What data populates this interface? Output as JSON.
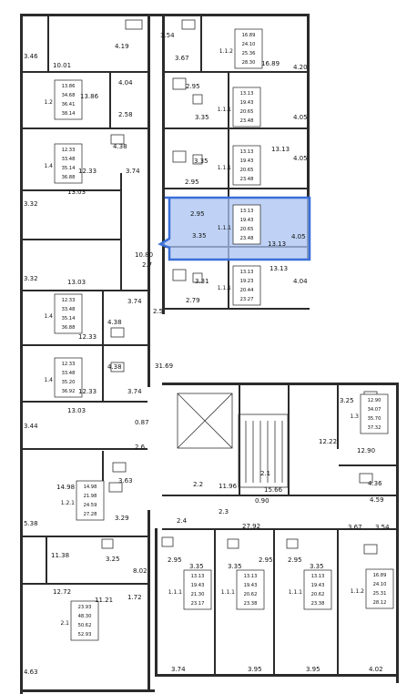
{
  "plan": {
    "highlight_color": "#3a6fd8",
    "highlight_fill": "#a9c3f2",
    "selected_apartment": {
      "type": "1.1.1",
      "areas": [
        "13.13",
        "19.43",
        "20.65",
        "23.48"
      ],
      "room_labels": [
        "2.95",
        "3.35",
        "13.13",
        "4.05"
      ]
    },
    "left_room_labels": [
      "3.46",
      "10.01",
      "13.86",
      "4.04",
      "2.58",
      "4.38",
      "3.74",
      "12.33",
      "13.03",
      "3.32",
      "10.80",
      "2.7",
      "3.32",
      "13.03",
      "3.74",
      "4.38",
      "12.33",
      "2.5",
      "4.38",
      "12.33",
      "3.74",
      "13.03",
      "3.44",
      "0.87",
      "2.6",
      "14.98",
      "3.63",
      "3.29",
      "5.38",
      "11.38",
      "3.25",
      "8.02",
      "1.72",
      "12.72",
      "11.21",
      "4.63",
      "31.69"
    ],
    "top_labels": [
      "4.19",
      "3.54",
      "3.67",
      "16.89",
      "4.20",
      "2.95",
      "3.35",
      "4.05",
      "3.35",
      "13.13",
      "4.05",
      "2.95",
      "3.31",
      "13.13",
      "4.04",
      "2.79"
    ],
    "right_room_labels": [
      "3.25",
      "12.22",
      "12.90",
      "4.36",
      "4.59",
      "3.67",
      "3.54",
      "2.1",
      "11.96",
      "15.66",
      "2.2",
      "0.90",
      "2.3",
      "2.4",
      "27.92",
      "2.95",
      "3.35",
      "3.35",
      "2.95",
      "2.95",
      "3.35",
      "3.74",
      "3.95",
      "3.95",
      "4.02"
    ],
    "apartment_boxes": [
      {
        "type": "1.1.2",
        "areas": [
          "16.89",
          "24.10",
          "25.36",
          "28.30"
        ]
      },
      {
        "type": "1.2",
        "areas": [
          "13.86",
          "34.68",
          "36.41",
          "38.14"
        ]
      },
      {
        "type": "1.1.1",
        "areas": [
          "13.13",
          "19.43",
          "20.65",
          "23.48"
        ]
      },
      {
        "type": "1.1.1",
        "areas": [
          "13.13",
          "19.43",
          "20.65",
          "23.48"
        ]
      },
      {
        "type": "1.4",
        "areas": [
          "12.33",
          "33.48",
          "35.14",
          "36.88"
        ]
      },
      {
        "type": "1.1.1",
        "areas": [
          "13.13",
          "19.23",
          "20.44",
          "23.27"
        ]
      },
      {
        "type": "1.4",
        "areas": [
          "12.33",
          "33.48",
          "35.14",
          "36.88"
        ]
      },
      {
        "type": "1.4",
        "areas": [
          "12.33",
          "33.48",
          "35.20",
          "36.92"
        ]
      },
      {
        "type": "1.3",
        "areas": [
          "12.90",
          "34.07",
          "35.70",
          "37.32"
        ]
      },
      {
        "type": "1.2.1",
        "areas": [
          "14.98",
          "21.98",
          "24.59",
          "27.28"
        ]
      },
      {
        "type": "2.1",
        "areas": [
          "23.93",
          "48.30",
          "50.62",
          "52.93"
        ]
      },
      {
        "type": "1.1.1",
        "areas": [
          "13.13",
          "19.43",
          "21.30",
          "23.17"
        ]
      },
      {
        "type": "1.1.1",
        "areas": [
          "13.13",
          "19.43",
          "20.62",
          "23.38"
        ]
      },
      {
        "type": "1.1.1",
        "areas": [
          "13.13",
          "19.43",
          "20.62",
          "23.38"
        ]
      },
      {
        "type": "1.1.2",
        "areas": [
          "16.89",
          "24.10",
          "25.31",
          "28.12"
        ]
      }
    ]
  }
}
